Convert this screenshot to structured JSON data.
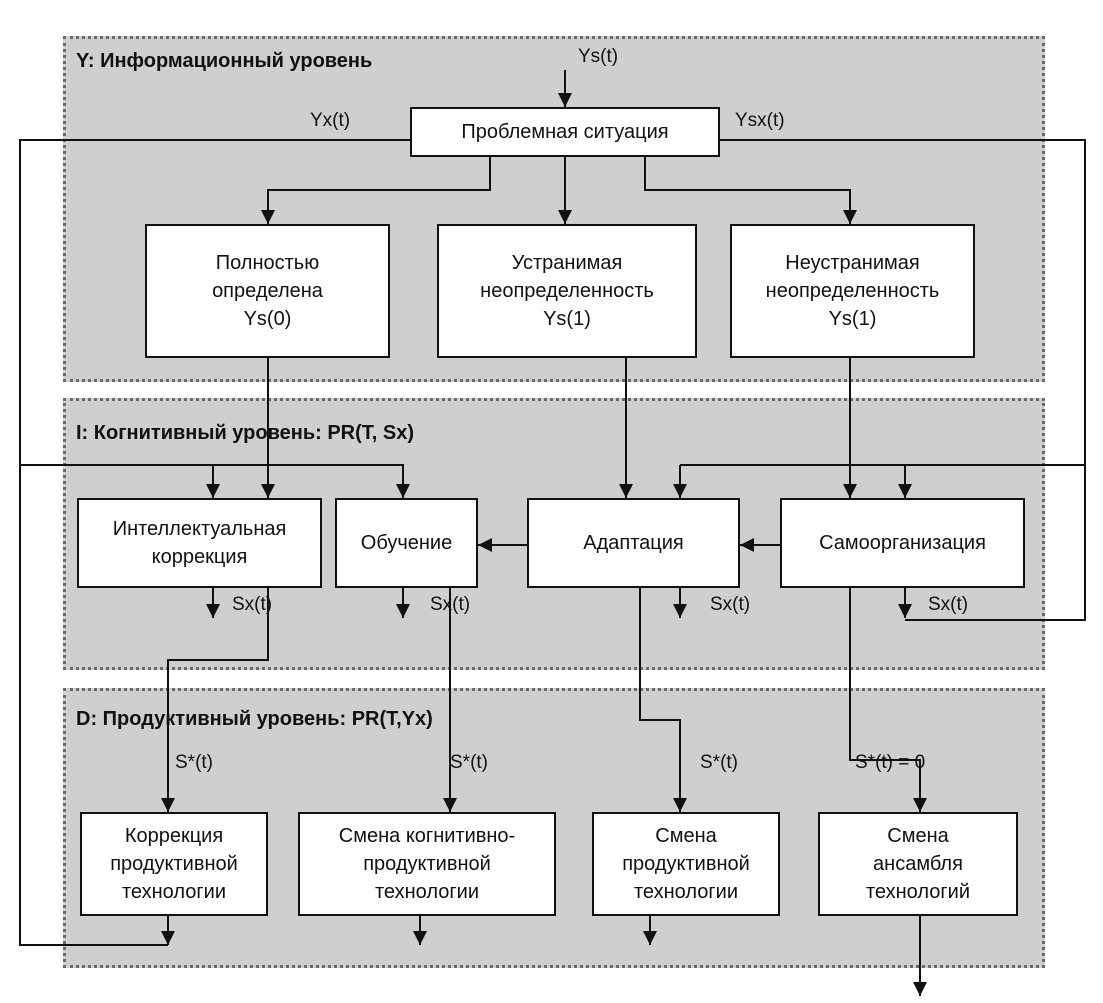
{
  "levels": {
    "informational": "Y: Информационный уровень",
    "cognitive": "I: Когнитивный уровень: PR(T, Sx)",
    "productive": "D: Продуктивный уровень: PR(T,Yx)"
  },
  "boxes": {
    "problem": "Проблемная ситуация",
    "fully_defined": "Полностью\nопределена\nYs(0)",
    "removable": "Устранимая\nнеопределенность\nYs(1)",
    "irremovable": "Неустранимая\nнеопределенность\nYs(1)",
    "intellectual_correction": "Интеллектуальная\nкоррекция",
    "learning": "Обучение",
    "adaptation": "Адаптация",
    "self_organization": "Самоорганизация",
    "correction_productive": "Коррекция\nпродуктивной\nтехнологии",
    "change_cognitive": "Смена когнитивно-\nпродуктивной\nтехнологии",
    "change_productive": "Смена\nпродуктивной\nтехнологии",
    "change_ensemble": "Смена\nансамбля\nтехнологий"
  },
  "signals": {
    "ys_input": "Ys(t)",
    "yx": "Yx(t)",
    "ysx": "Ysx(t)",
    "sx1": "Sx(t)",
    "sx2": "Sx(t)",
    "sx3": "Sx(t)",
    "sx4": "Sx(t)",
    "s1": "S*(t)",
    "s2": "S*(t)",
    "s3": "S*(t)",
    "s4": "S*(t) = 0"
  }
}
